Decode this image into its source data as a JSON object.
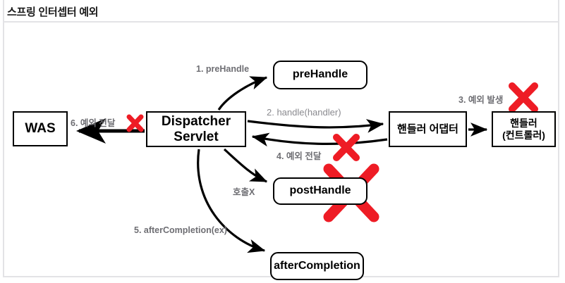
{
  "page": {
    "title": "스프링 인터셉터 예외",
    "background": "#ffffff",
    "frame_color": "#e3e3e6"
  },
  "colors": {
    "node_border": "#000000",
    "node_text": "#000000",
    "label_text": "#6e6e73",
    "label_text_light": "#8a8a8f",
    "x_mark": "#ee1c25",
    "arrow": "#000000"
  },
  "nodes": [
    {
      "id": "was",
      "label": "WAS",
      "shape": "rect"
    },
    {
      "id": "dispatcher",
      "label_line1": "Dispatcher",
      "label_line2": "Servlet",
      "shape": "rect"
    },
    {
      "id": "adapter",
      "label": "핸들러 어댑터",
      "shape": "rect"
    },
    {
      "id": "handler",
      "label_line1": "핸들러",
      "label_line2": "(컨트롤러)",
      "shape": "rect"
    },
    {
      "id": "prehandle",
      "label": "preHandle",
      "shape": "round"
    },
    {
      "id": "posthandle",
      "label": "postHandle",
      "shape": "round"
    },
    {
      "id": "aftercompletion",
      "label": "afterCompletion",
      "shape": "round"
    }
  ],
  "edge_labels": {
    "prehandle": "1. preHandle",
    "handle": "2. handle(handler)",
    "exception_occurred": "3. 예외 발생",
    "exception_pass_4": "4. 예외 전달",
    "after_completion": "5. afterCompletion(ex)",
    "exception_pass_6": "6. 예외 전달",
    "call_x": "호출X"
  },
  "x_marks": [
    {
      "id": "x-on-exception-6",
      "size": "small"
    },
    {
      "id": "x-on-exception-4",
      "size": "medium"
    },
    {
      "id": "x-on-exception-3",
      "size": "medium"
    },
    {
      "id": "x-on-posthandle",
      "size": "large"
    }
  ]
}
